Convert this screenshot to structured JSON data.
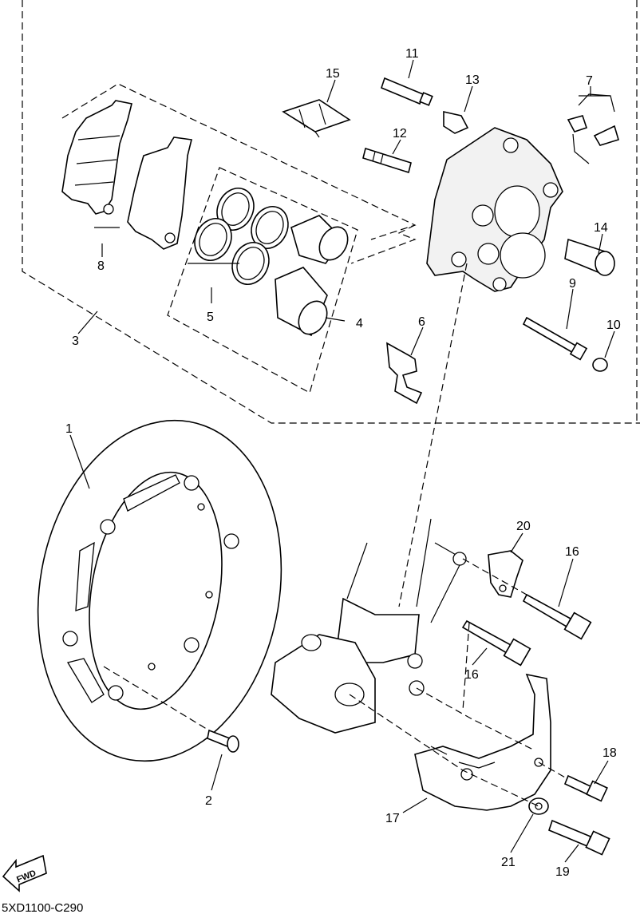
{
  "diagram": {
    "code": "5XD1100-C290",
    "fwd_label": "FWD",
    "callouts": [
      {
        "id": "1",
        "label": "1"
      },
      {
        "id": "2",
        "label": "2"
      },
      {
        "id": "3",
        "label": "3"
      },
      {
        "id": "4",
        "label": "4"
      },
      {
        "id": "5",
        "label": "5"
      },
      {
        "id": "6",
        "label": "6"
      },
      {
        "id": "7",
        "label": "7"
      },
      {
        "id": "8",
        "label": "8"
      },
      {
        "id": "9",
        "label": "9"
      },
      {
        "id": "10",
        "label": "10"
      },
      {
        "id": "11",
        "label": "11"
      },
      {
        "id": "12",
        "label": "12"
      },
      {
        "id": "13",
        "label": "13"
      },
      {
        "id": "14",
        "label": "14"
      },
      {
        "id": "15",
        "label": "15"
      },
      {
        "id": "16a",
        "label": "16"
      },
      {
        "id": "16b",
        "label": "16"
      },
      {
        "id": "17",
        "label": "17"
      },
      {
        "id": "18",
        "label": "18"
      },
      {
        "id": "19",
        "label": "19"
      },
      {
        "id": "20",
        "label": "20"
      },
      {
        "id": "21",
        "label": "21"
      }
    ]
  }
}
